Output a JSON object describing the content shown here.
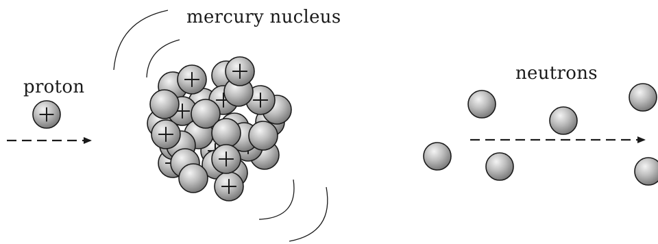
{
  "labels": {
    "proton": "proton",
    "nucleus": "mercury nucleus",
    "neutrons": "neutrons"
  },
  "symbols": {
    "plus": "+"
  },
  "colors": {
    "stroke": "#1a1a1a",
    "sphere_highlight": "#f4f4f4",
    "sphere_mid": "#bdbdbd",
    "sphere_shadow": "#6e6e6e",
    "background": "#ffffff"
  },
  "icons": {
    "proton": "charged-sphere-icon",
    "neutron": "neutral-sphere-icon",
    "motion": "dashed-arrow-icon",
    "impact": "curved-arc-icon"
  }
}
